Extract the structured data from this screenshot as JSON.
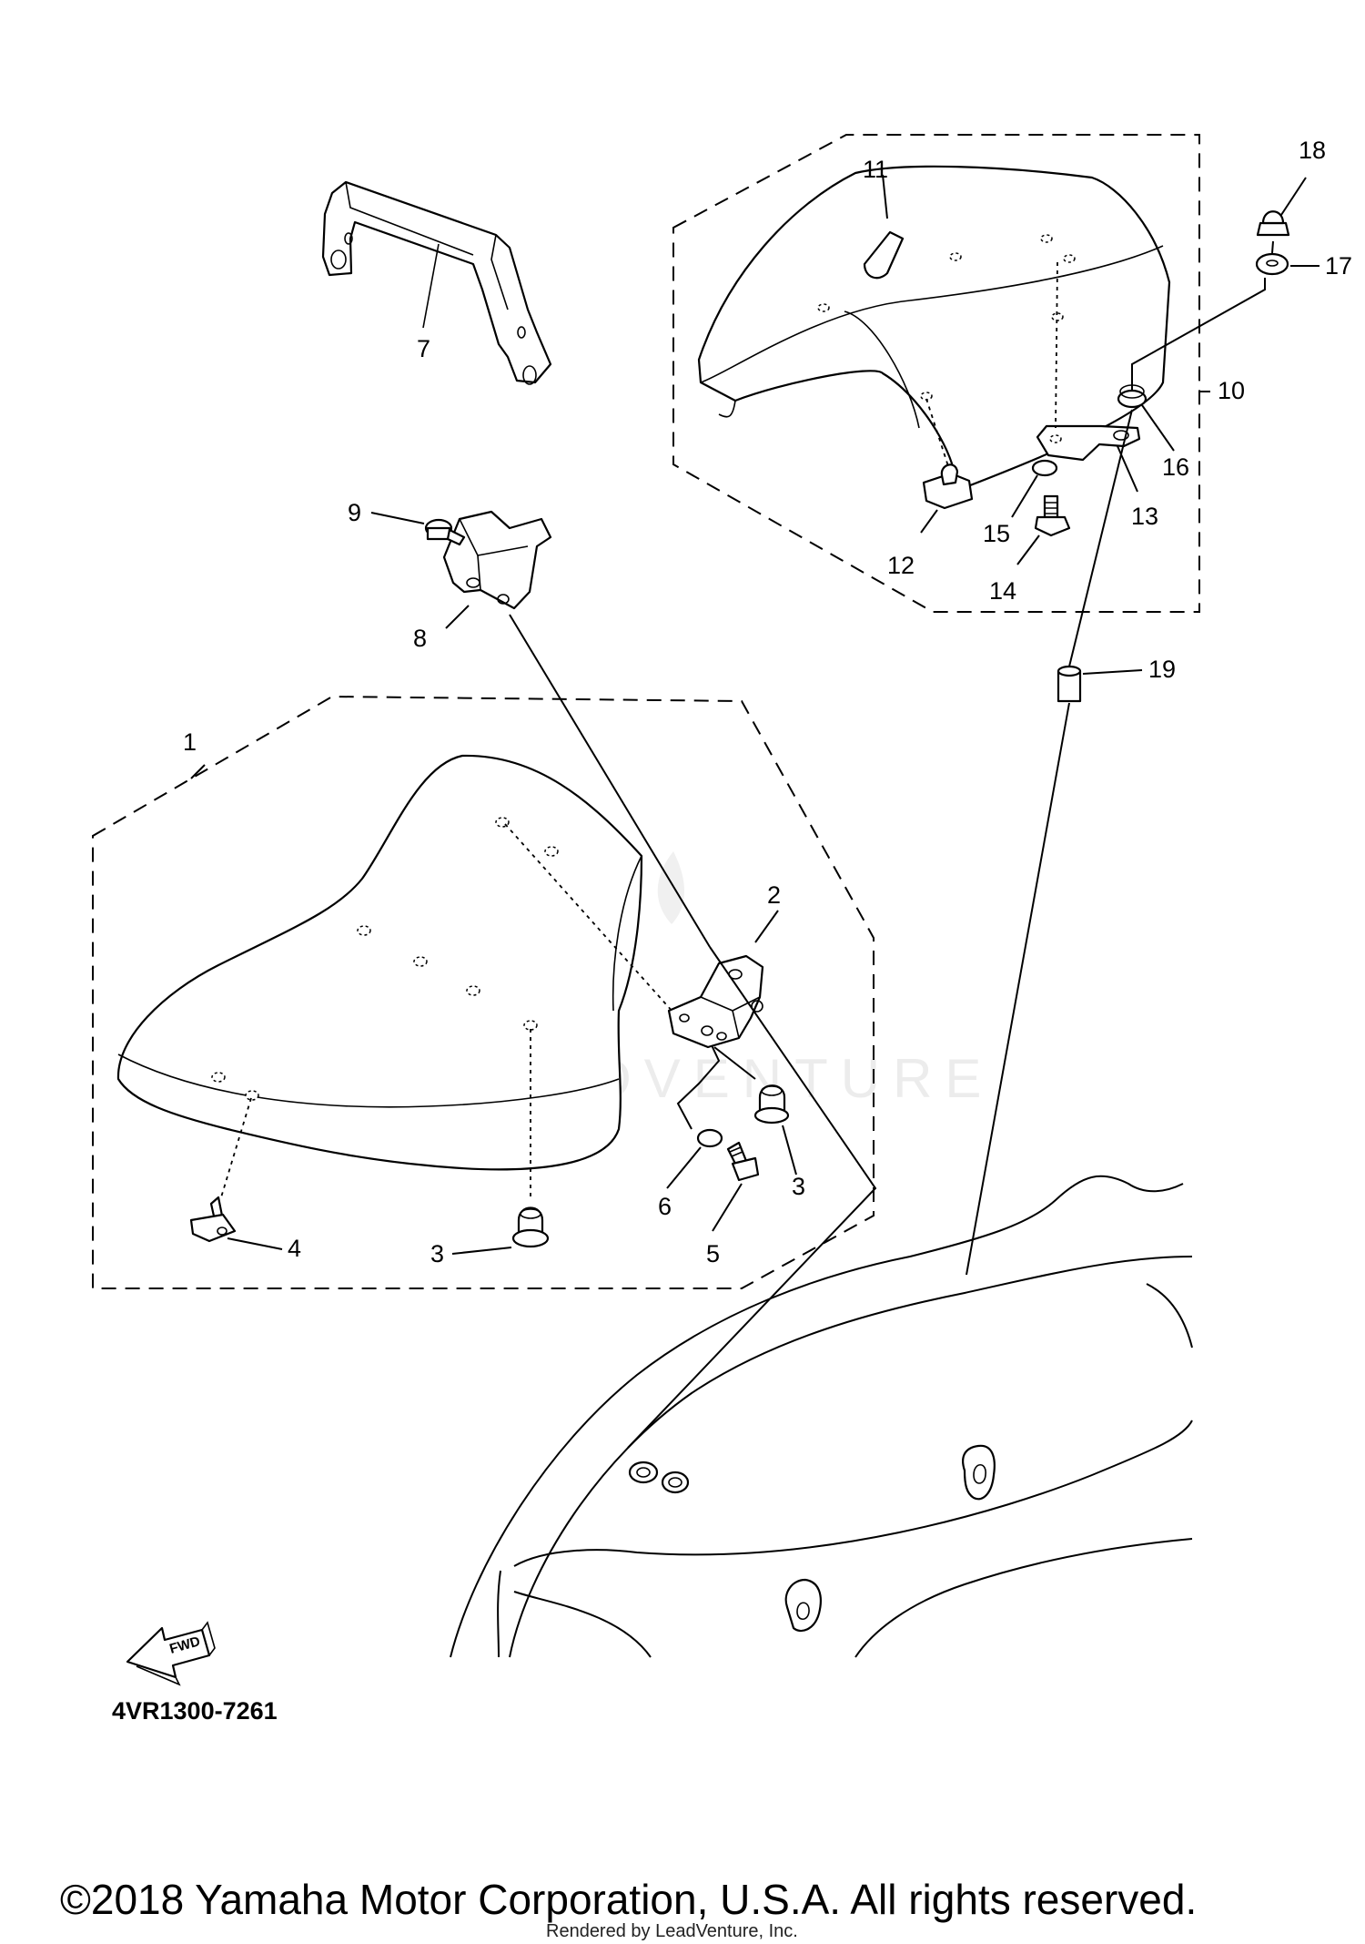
{
  "callouts": {
    "c1": "1",
    "c2": "2",
    "c3a": "3",
    "c3b": "3",
    "c4": "4",
    "c5": "5",
    "c6": "6",
    "c7": "7",
    "c8": "8",
    "c9": "9",
    "c10": "10",
    "c11": "11",
    "c12": "12",
    "c13": "13",
    "c14": "14",
    "c15": "15",
    "c16": "16",
    "c17": "17",
    "c18": "18",
    "c19": "19"
  },
  "fwd_label": "FWD",
  "diagram_code": "4VR1300-7261",
  "watermark": "LEADVENTURE",
  "copyright": "©2018 Yamaha Motor Corporation, U.S.A. All rights reserved.",
  "rendered_by": "Rendered by LeadVenture, Inc."
}
